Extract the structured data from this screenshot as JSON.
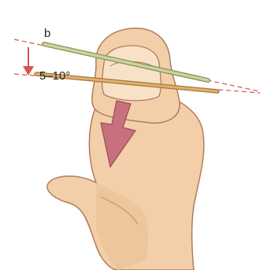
{
  "labels": {
    "pin": "b",
    "angle": "5–10°"
  },
  "colors": {
    "background": "#ffffff",
    "skin": "#f2cfa9",
    "skin_shadow": "#e2b38a",
    "skin_outline": "#b07d5a",
    "nail": "#f7e2c8",
    "reference_line": "#d9534f",
    "arrow_red": "#d9534f",
    "pin_upper": "#c9d59a",
    "pin_lower": "#e0b070",
    "big_arrow": "#c9707e"
  },
  "icons": {
    "correction_arrow": "down-arrow",
    "angle_indicator": "small-down-arrow"
  }
}
